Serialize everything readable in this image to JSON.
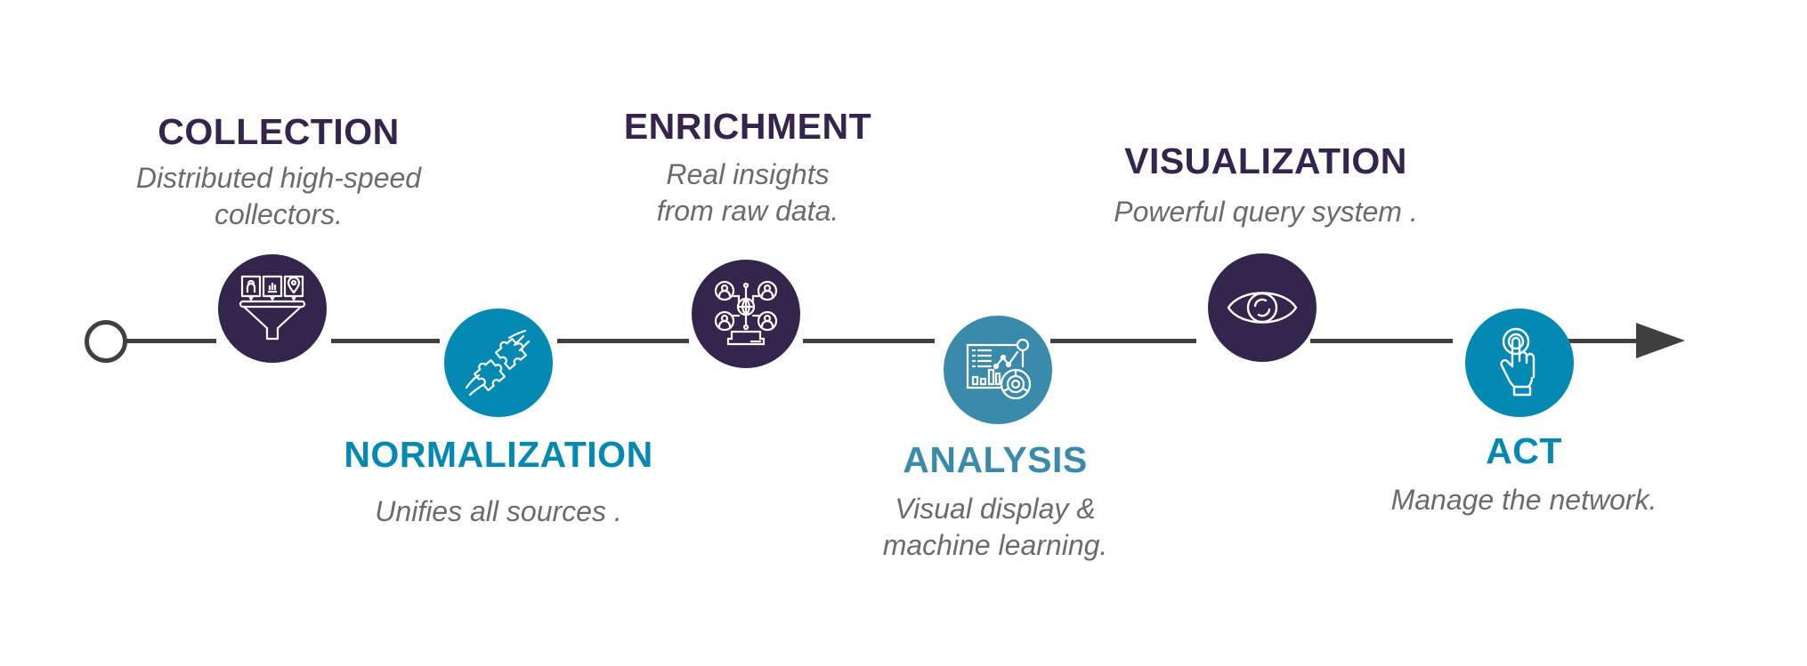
{
  "colors": {
    "dark_purple": "#33254c",
    "teal": "#0389b2",
    "steel_teal": "#3a8aab",
    "line": "#404040",
    "description_text": "#6b6b6b"
  },
  "timeline": {
    "start_marker": "hollow-circle",
    "end_marker": "arrow-head"
  },
  "stages": [
    {
      "title": "COLLECTION",
      "description_lines": [
        "Distributed high-speed",
        "collectors."
      ],
      "icon": "funnel-data-icon",
      "color": "dark_purple",
      "position": "above"
    },
    {
      "title": "NORMALIZATION",
      "description_lines": [
        "Unifies all sources ."
      ],
      "icon": "puzzle-hands-icon",
      "color": "teal",
      "position": "below"
    },
    {
      "title": "ENRICHMENT",
      "description_lines": [
        "Real insights",
        "from raw data."
      ],
      "icon": "network-users-globe-icon",
      "color": "dark_purple",
      "position": "above"
    },
    {
      "title": "ANALYSIS",
      "description_lines": [
        "Visual display &",
        "machine learning."
      ],
      "icon": "dashboard-analytics-icon",
      "color": "steel_teal",
      "position": "below"
    },
    {
      "title": "VISUALIZATION",
      "description_lines": [
        "Powerful query system ."
      ],
      "icon": "eye-icon",
      "color": "dark_purple",
      "position": "above"
    },
    {
      "title": "ACT",
      "description_lines": [
        "Manage the network."
      ],
      "icon": "touch-hand-icon",
      "color": "teal",
      "position": "below"
    }
  ]
}
